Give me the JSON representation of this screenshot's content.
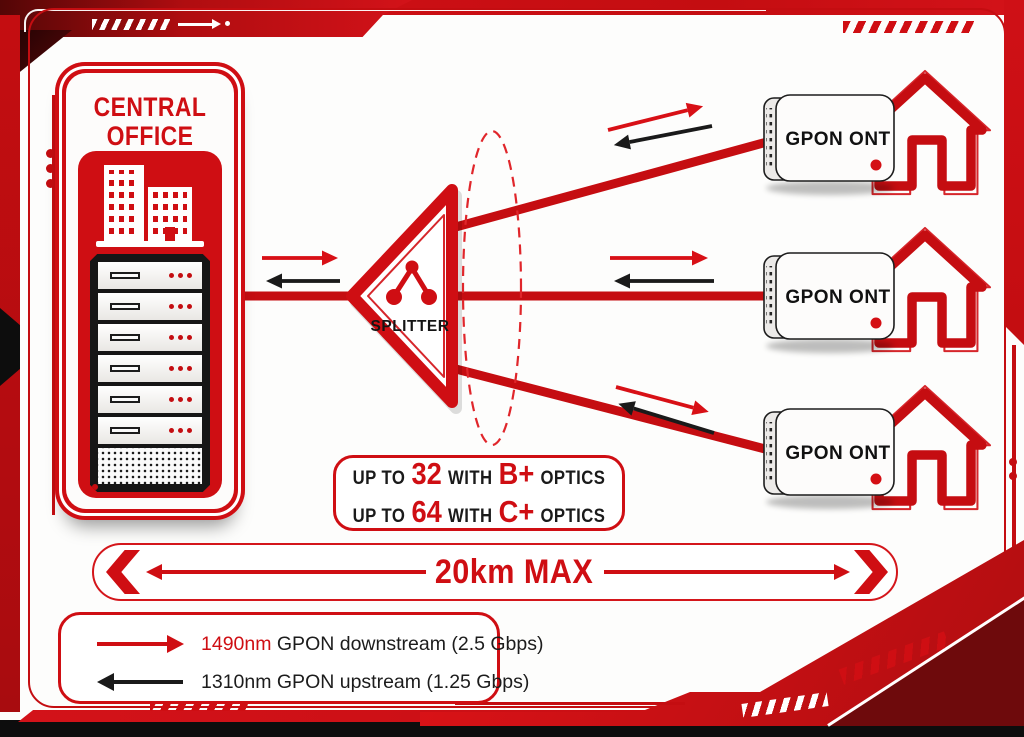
{
  "central_office": {
    "label": "CENTRAL OFFICE"
  },
  "splitter": {
    "label": "SPLITTER"
  },
  "onts": [
    {
      "label": "GPON ONT"
    },
    {
      "label": "GPON ONT"
    },
    {
      "label": "GPON ONT"
    }
  ],
  "optics_note": {
    "lines": [
      {
        "up_to": "UP TO",
        "value": "32",
        "with": "WITH",
        "optic": "B+",
        "optics": "OPTICS"
      },
      {
        "up_to": "UP TO",
        "value": "64",
        "with": "WITH",
        "optic": "C+",
        "optics": "OPTICS"
      }
    ]
  },
  "distance_banner": {
    "label": "20km MAX"
  },
  "legend": {
    "items": [
      {
        "wavelength": "1490nm",
        "description": "GPON downstream (2.5 Gbps)",
        "arrow_direction": "right",
        "arrow_color": "#cf0e13"
      },
      {
        "wavelength": "1310nm",
        "description": "GPON upstream (1.25 Gbps)",
        "arrow_direction": "left",
        "arrow_color": "#1a1a1a"
      }
    ]
  },
  "icons": {
    "central_office": "buildings-icon",
    "central_office_equipment": "server-rack-icon",
    "splitter": "share-nodes-icon",
    "customer_premises": "house-icon",
    "customer_device": "ont-box-icon"
  },
  "colors": {
    "primary_red": "#cf0e13",
    "dark_red": "#8c0b0d",
    "maroon": "#6e0a0c",
    "black": "#141414",
    "white": "#ffffff"
  }
}
